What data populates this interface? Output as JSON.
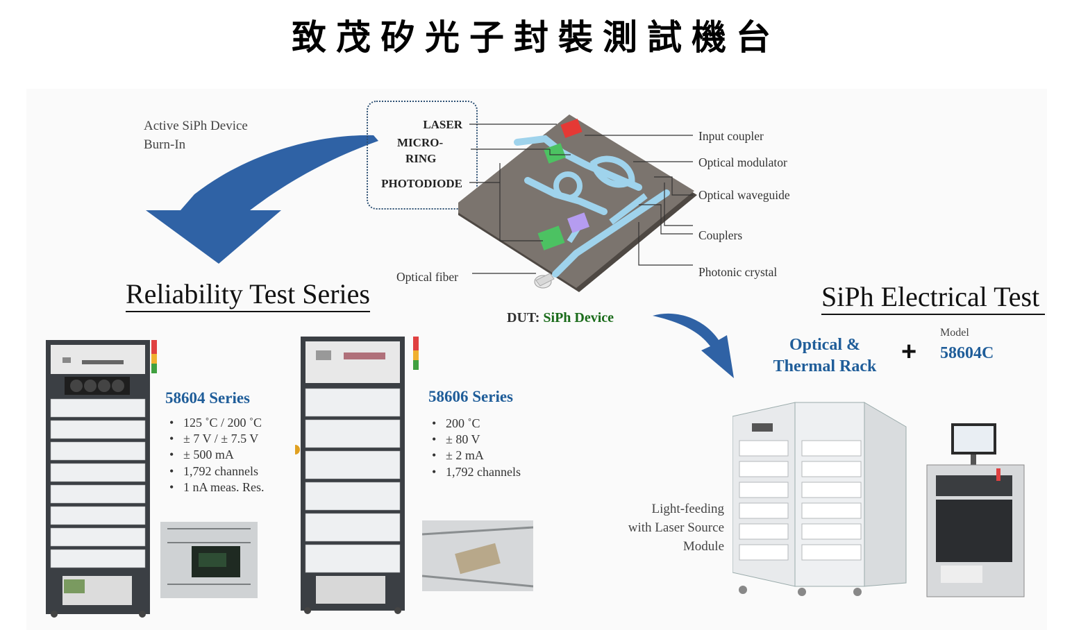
{
  "title": "致茂矽光子封裝測試機台",
  "burn_in": {
    "line1": "Active SiPh Device",
    "line2": "Burn-In"
  },
  "reliability_title": "Reliability Test Series",
  "electrical_title": "SiPh Electrical Test",
  "diagram": {
    "left_labels": {
      "laser": "LASER",
      "micro": "MICRO-",
      "ring": "RING",
      "photodiode": "PHOTODIODE"
    },
    "right_labels": [
      "Input coupler",
      "Optical modulator",
      "Optical waveguide",
      "Couplers",
      "Photonic crystal"
    ],
    "optical_fiber": "Optical fiber",
    "dut_prefix": "DUT:",
    "dut_name": "SiPh Device",
    "colors": {
      "chip": "#7b746e",
      "waveguide": "#9fd3ec",
      "laser": "#e53935",
      "ring": "#4cc262",
      "photodiode": "#b59cf0"
    }
  },
  "series_58604": {
    "name": "58604 Series",
    "bullets": [
      "125 ˚C / 200 ˚C",
      "± 7 V / ± 7.5 V",
      "± 500 mA",
      "1,792 channels",
      "1 nA meas. Res."
    ]
  },
  "series_58606": {
    "name": "58606 Series",
    "bullets": [
      "200 ˚C",
      "± 80 V",
      "± 2 mA",
      "1,792 channels"
    ]
  },
  "electrical": {
    "rack_line1": "Optical &",
    "rack_line2": "Thermal Rack",
    "plus": "+",
    "model_label": "Model",
    "model_value": "58604C",
    "light_line1": "Light-feeding",
    "light_line2": "with Laser Source",
    "light_line3": "Module"
  },
  "colors": {
    "accent_blue": "#1f5d99",
    "arrow_blue": "#2f62a5",
    "dut_green": "#1a6b1a"
  }
}
